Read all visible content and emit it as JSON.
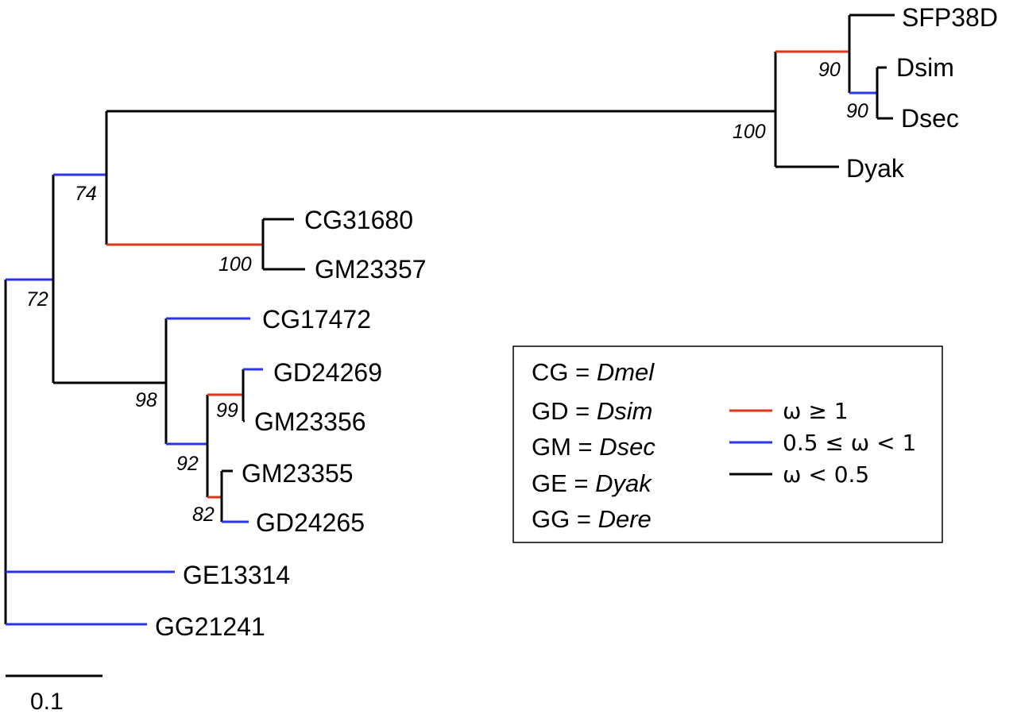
{
  "colors": {
    "high": "#d9381e",
    "mid": "#2b35e8",
    "low": "#000000"
  },
  "tips": [
    {
      "key": "sfp38d",
      "label": "SFP38D"
    },
    {
      "key": "dsim",
      "label": "Dsim"
    },
    {
      "key": "dsec",
      "label": "Dsec"
    },
    {
      "key": "dyak",
      "label": "Dyak"
    },
    {
      "key": "cg31680",
      "label": "CG31680"
    },
    {
      "key": "gm23357",
      "label": "GM23357"
    },
    {
      "key": "cg17472",
      "label": "CG17472"
    },
    {
      "key": "gd24269",
      "label": "GD24269"
    },
    {
      "key": "gm23356",
      "label": "GM23356"
    },
    {
      "key": "gm23355",
      "label": "GM23355"
    },
    {
      "key": "gd24265",
      "label": "GD24265"
    },
    {
      "key": "ge13314",
      "label": "GE13314"
    },
    {
      "key": "gg21241",
      "label": "GG21241"
    }
  ],
  "bootstrap": {
    "n90a": "90",
    "n90b": "90",
    "n100a": "100",
    "n74": "74",
    "n100b": "100",
    "n72": "72",
    "n98": "98",
    "n99": "99",
    "n92": "92",
    "n82": "82"
  },
  "legend": {
    "codes": [
      {
        "code": "CG =",
        "species": "Dmel"
      },
      {
        "code": "GD =",
        "species": "Dsim"
      },
      {
        "code": "GM =",
        "species": "Dsec"
      },
      {
        "code": "GE =",
        "species": "Dyak"
      },
      {
        "code": "GG =",
        "species": "Dere"
      }
    ],
    "omega": [
      {
        "color": "high",
        "label": "ω ≥ 1"
      },
      {
        "color": "mid",
        "label": "0.5 ≤ ω < 1"
      },
      {
        "color": "low",
        "label": "ω < 0.5"
      }
    ]
  },
  "scale_bar": {
    "label": "0.1",
    "value": 0.1
  }
}
